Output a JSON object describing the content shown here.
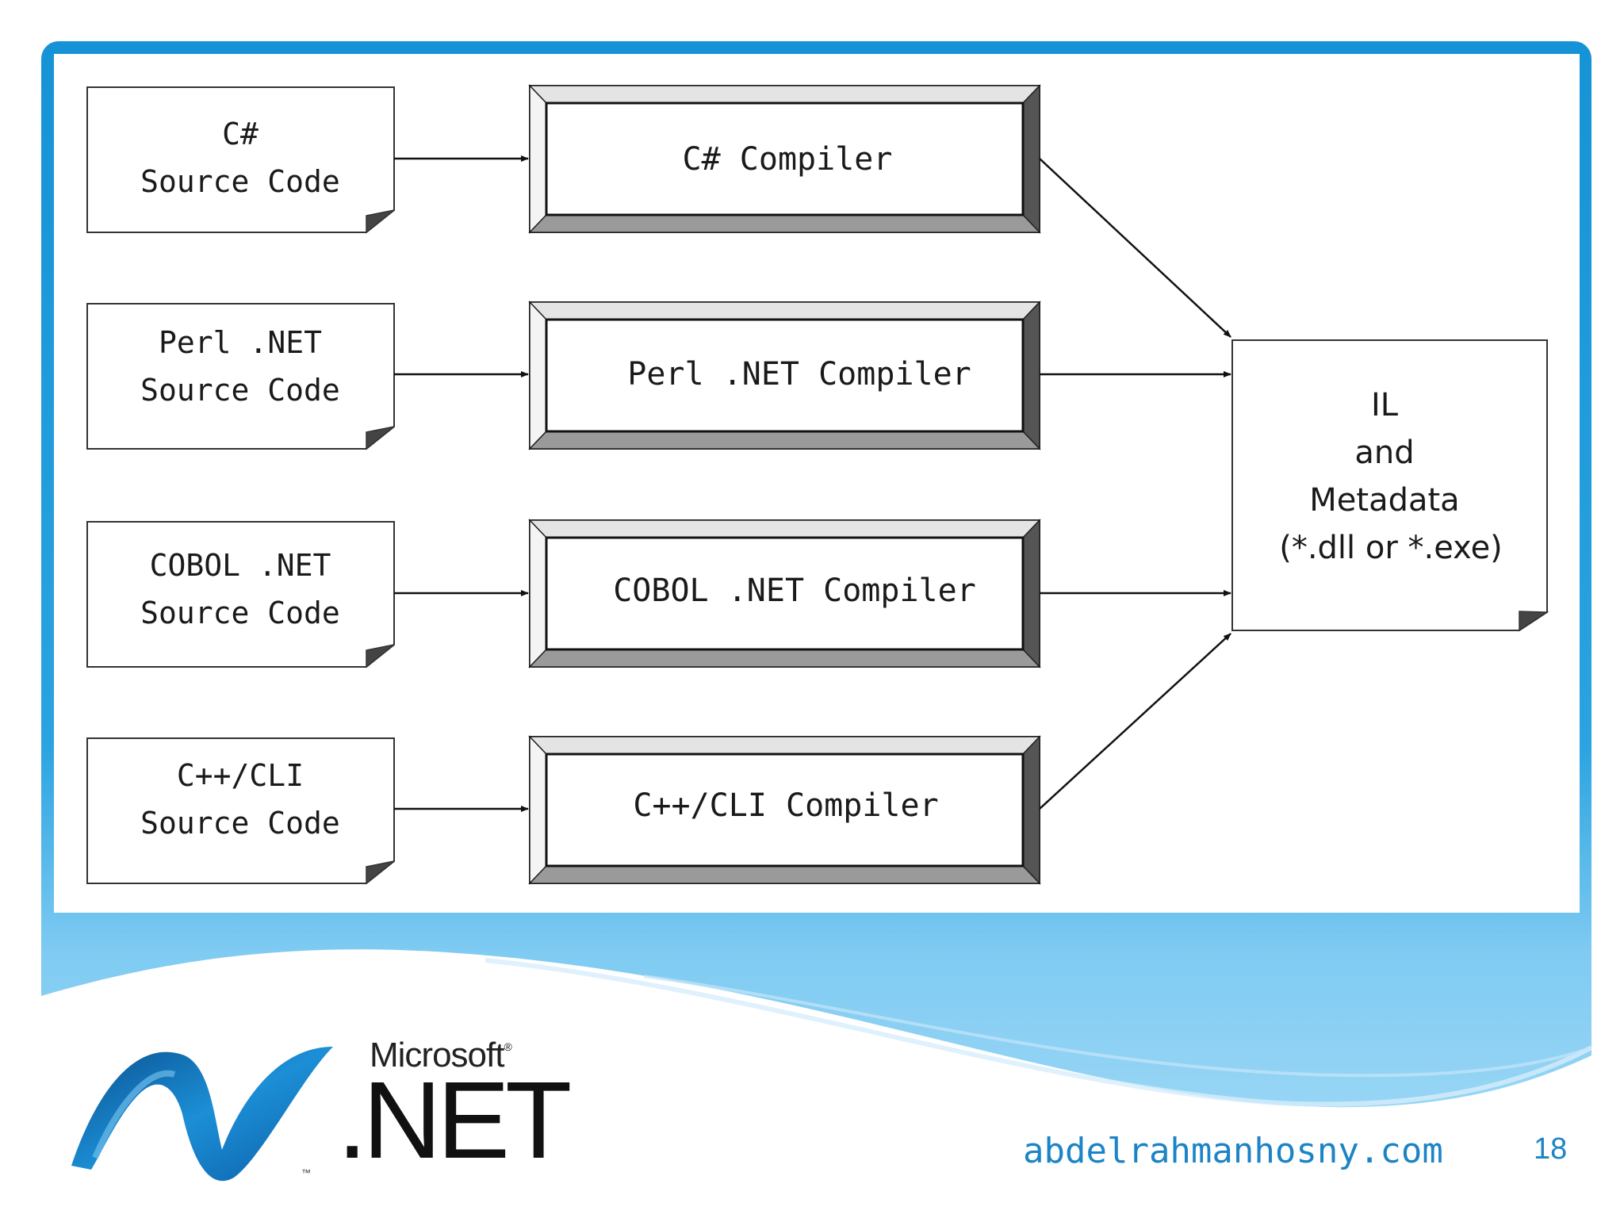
{
  "sources": [
    {
      "line1": "C#",
      "line2": "Source Code"
    },
    {
      "line1": "Perl .NET",
      "line2": "Source Code"
    },
    {
      "line1": "COBOL .NET",
      "line2": "Source Code"
    },
    {
      "line1": "C++/CLI",
      "line2": "Source Code"
    }
  ],
  "compilers": [
    {
      "label": "C# Compiler"
    },
    {
      "label": "Perl .NET Compiler"
    },
    {
      "label": "COBOL .NET Compiler"
    },
    {
      "label": "C++/CLI Compiler"
    }
  ],
  "output": {
    "line1": "IL",
    "line2": "and",
    "line3": "Metadata",
    "line4": "(*.dll or *.exe)"
  },
  "footer": {
    "logo_microsoft": "Microsoft",
    "logo_reg": "®",
    "logo_net": ".NET",
    "logo_tm": "™",
    "site": "abdelrahmanhosny.com",
    "page_number": "18"
  },
  "colors": {
    "frame_blue": "#1693d6",
    "link_blue": "#1c84c6",
    "bevel_dark": "#555555",
    "bevel_mid": "#9a9a9a",
    "bevel_light": "#d8d8d8"
  }
}
